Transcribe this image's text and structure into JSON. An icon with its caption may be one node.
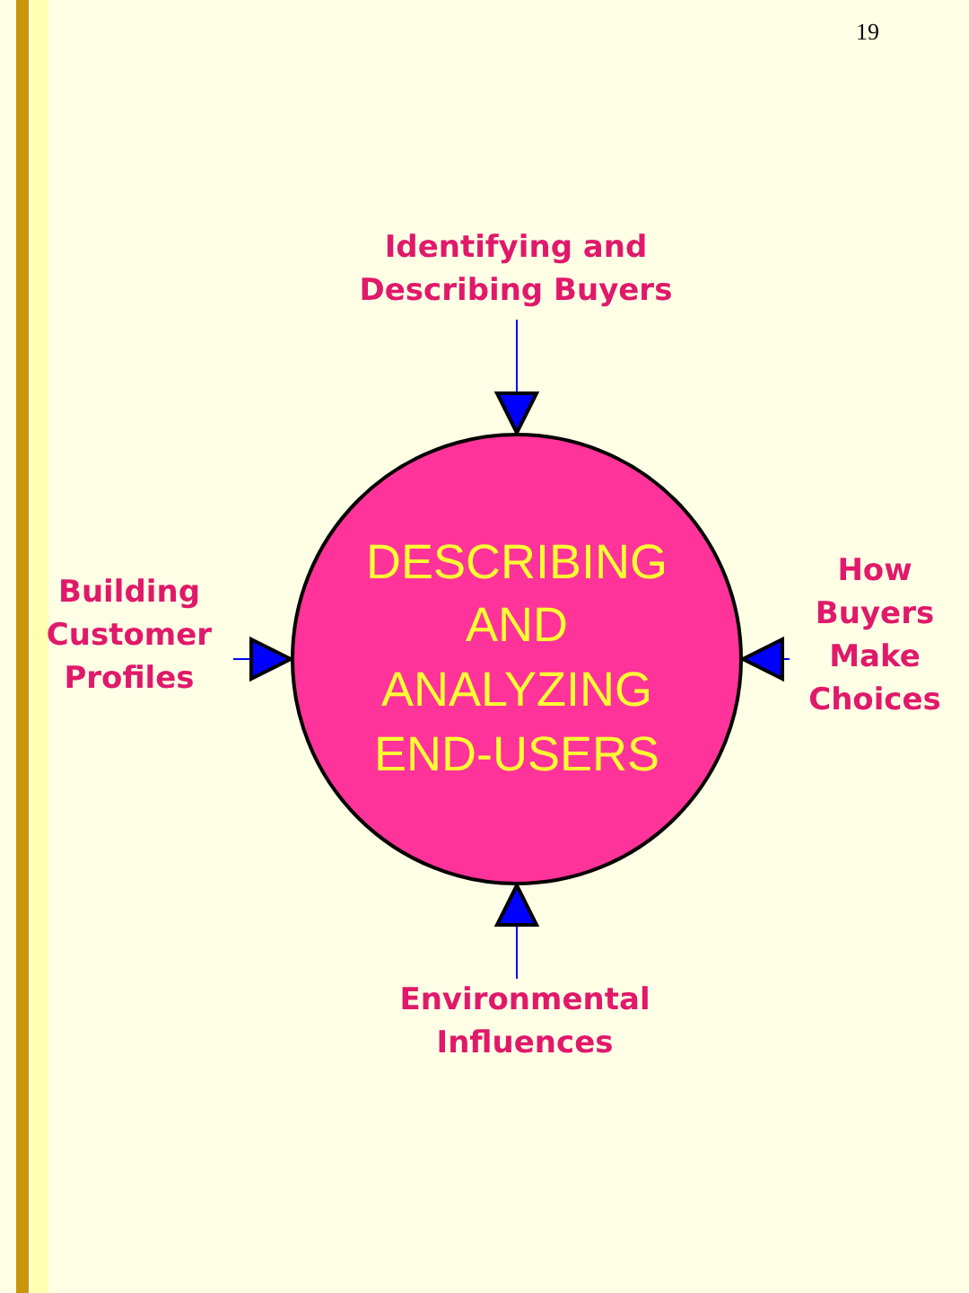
{
  "diagram": {
    "nodes": [
      {
        "text": [
          "DESCRIBING AND ANALYZING END-USERS"
        ]
      },
      {
        "text": [
          "Identifying and Describing Buyers"
        ]
      },
      {
        "text": [
          "Building Customer Profiles"
        ]
      },
      {
        "text": [
          "How Buyers Make Choices"
        ]
      },
      {
        "text": [
          "Environmental Influences"
        ]
      }
    ],
    "edges": [
      {
        "from": 1,
        "to": 0,
        "arrow": "to"
      },
      {
        "from": 2,
        "to": 0,
        "arrow": "to"
      },
      {
        "from": 3,
        "to": 0,
        "arrow": "to"
      },
      {
        "from": 4,
        "to": 0,
        "arrow": "to"
      }
    ],
    "labels": [
      "19"
    ]
  }
}
